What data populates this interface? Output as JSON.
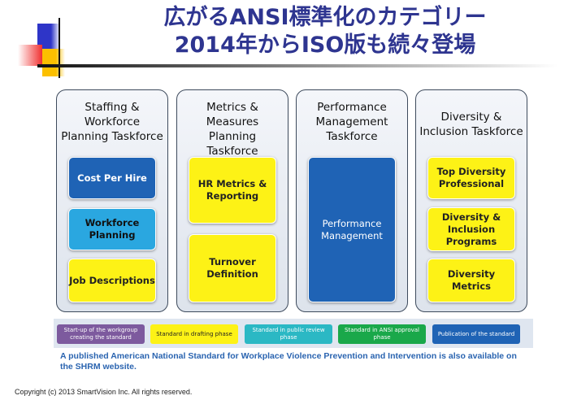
{
  "title": {
    "line1": "広がるANSI標準化のカテゴリー",
    "line2": "2014年からISO版も続々登場"
  },
  "columns": [
    {
      "heading": "Staffing & Workforce Planning Taskforce",
      "items": [
        "Cost Per Hire",
        "Workforce Planning",
        "Job Descriptions"
      ]
    },
    {
      "heading": "Metrics & Measures Planning Taskforce",
      "items": [
        "HR Metrics & Reporting",
        "Turnover Definition"
      ]
    },
    {
      "heading": "Performance Management Taskforce",
      "items": [
        "Performance Management"
      ]
    },
    {
      "heading": "Diversity & Inclusion Taskforce",
      "items": [
        "Top Diversity Professional",
        "Diversity & Inclusion Programs",
        "Diversity Metrics"
      ]
    }
  ],
  "legend": [
    {
      "label": "Start-up of the workgroup creating the standard",
      "color": "#7d5a9e"
    },
    {
      "label": "Standard in drafting phase",
      "color": "#fdf216"
    },
    {
      "label": "Standard in public review phase",
      "color": "#2bb8c4"
    },
    {
      "label": "Standard in ANSI approval phase",
      "color": "#1aa84a"
    },
    {
      "label": "Publication of the standard",
      "color": "#1f63b5"
    }
  ],
  "note": "A published American National Standard for Workplace Violence Prevention and Intervention is also available on the SHRM website.",
  "copyright": "Copyright (c) 2013 SmartVision Inc. All rights reserved."
}
